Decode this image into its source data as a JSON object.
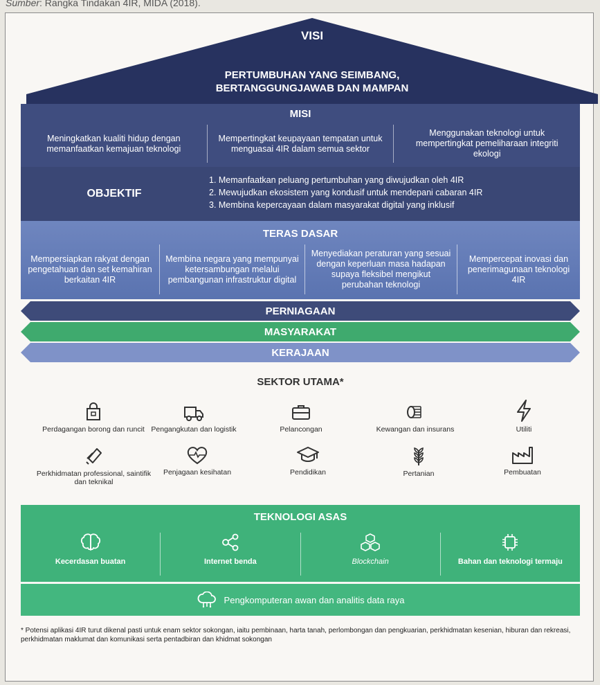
{
  "source": {
    "label": "Sumber",
    "text": ": Rangka Tindakan 4IR, MIDA (2018)."
  },
  "visi": {
    "title": "VISI",
    "line1": "PERTUMBUHAN YANG SEIMBANG,",
    "line2": "BERTANGGUNGJAWAB DAN MAMPAN"
  },
  "misi": {
    "title": "MISI",
    "items": [
      "Meningkatkan kualiti hidup dengan memanfaatkan kemajuan teknologi",
      "Mempertingkat keupayaan tempatan untuk menguasai 4IR dalam semua sektor",
      "Menggunakan teknologi untuk mempertingkat pemeliharaan integriti ekologi"
    ]
  },
  "objektif": {
    "title": "OBJEKTIF",
    "items": [
      "1. Memanfaatkan peluang pertumbuhan yang diwujudkan oleh 4IR",
      "2. Mewujudkan ekosistem yang kondusif untuk mendepani cabaran 4IR",
      "3. Membina kepercayaan dalam masyarakat digital yang inklusif"
    ]
  },
  "teras": {
    "title": "TERAS DASAR",
    "items": [
      "Mempersiapkan rakyat dengan pengetahuan dan set kemahiran berkaitan 4IR",
      "Membina negara yang mempunyai ketersambungan melalui pembangunan infrastruktur digital",
      "Menyediakan peraturan yang sesuai dengan keperluan masa hadapan supaya fleksibel mengikut perubahan teknologi",
      "Mempercepat inovasi dan penerimagunaan teknologi 4IR"
    ]
  },
  "arrows": [
    "PERNIAGAAN",
    "MASYARAKAT",
    "KERAJAAN"
  ],
  "sektor": {
    "title": "SEKTOR UTAMA*",
    "items": [
      {
        "label": "Perdagangan borong dan runcit",
        "icon": "shopping-bag-icon"
      },
      {
        "label": "Pengangkutan dan logistik",
        "icon": "truck-icon"
      },
      {
        "label": "Pelancongan",
        "icon": "suitcase-icon"
      },
      {
        "label": "Kewangan dan insurans",
        "icon": "coins-icon"
      },
      {
        "label": "Utiliti",
        "icon": "lightning-icon"
      },
      {
        "label": "Perkhidmatan professional, saintifik dan teknikal",
        "icon": "wrench-icon"
      },
      {
        "label": "Penjagaan kesihatan",
        "icon": "heartbeat-icon"
      },
      {
        "label": "Pendidikan",
        "icon": "graduation-cap-icon"
      },
      {
        "label": "Pertanian",
        "icon": "wheat-icon"
      },
      {
        "label": "Pembuatan",
        "icon": "factory-icon"
      }
    ]
  },
  "asas": {
    "title": "TEKNOLOGI ASAS",
    "items": [
      {
        "label": "Kecerdasan buatan",
        "icon": "brain-icon"
      },
      {
        "label": "Internet benda",
        "icon": "network-icon"
      },
      {
        "label": "Blockchain",
        "icon": "blockchain-icon"
      },
      {
        "label": "Bahan dan teknologi termaju",
        "icon": "chip-icon"
      }
    ],
    "cloud": {
      "label": "Pengkomputeran awan dan analitis data raya",
      "icon": "cloud-icon"
    }
  },
  "note": "* Potensi aplikasi 4IR turut dikenal pasti untuk enam sektor sokongan, iaitu pembinaan, harta tanah, perlombongan dan pengkuarian, perkhidmatan kesenian, hiburan dan rekreasi, perkhidmatan maklumat dan komunikasi serta pentadbiran dan khidmat sokongan",
  "colors": {
    "navy": "#3f4d7f",
    "blue": "#6f86bf",
    "green": "#3fb27a",
    "lavender": "#7f92c8"
  }
}
